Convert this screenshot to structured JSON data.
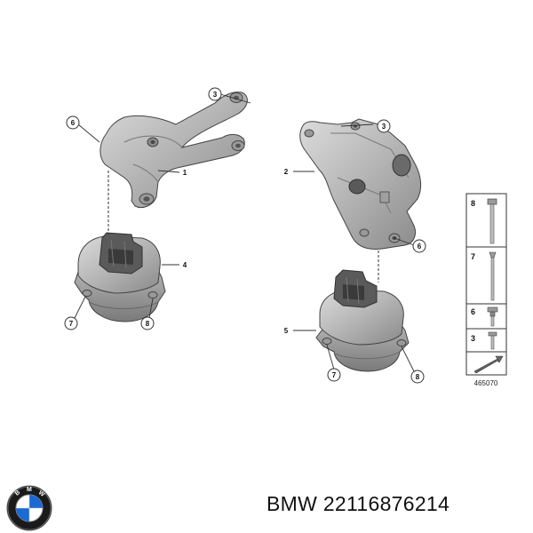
{
  "brand": "BMW",
  "part_number": "22116876214",
  "drawing_ref": "465070",
  "callouts": {
    "bracket_left_top": "3",
    "bracket_left": "6",
    "bracket_left_part": "1",
    "mount_left": "4",
    "mount_left_bottom_left": "7",
    "mount_left_bottom_right": "8",
    "bracket_right_top": "3",
    "bracket_right": "2",
    "bracket_right_bolt": "6",
    "mount_right": "5",
    "mount_right_bottom_left": "7",
    "mount_right_bottom_right": "8"
  },
  "fastener_legend": [
    "8",
    "7",
    "6",
    "3"
  ],
  "logo_icon": "bmw-roundel-icon",
  "colors": {
    "metal_light": "#c9c9c9",
    "metal_mid": "#a8a8a8",
    "metal_dark": "#6e6e6e",
    "line": "#333333"
  }
}
